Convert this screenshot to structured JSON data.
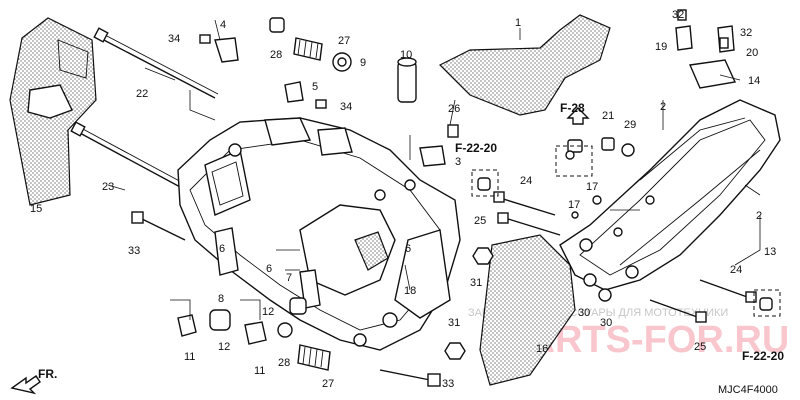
{
  "diagram": {
    "code": "MJC4F4000",
    "front_label": "FR.",
    "references": [
      "F-22-20",
      "F-28",
      "F-22-20"
    ],
    "watermark": {
      "brand": "PARTS-FOR.RU",
      "tagline": "ЗАПЧАСТИ И АКСЕССУАРЫ ДЛЯ МОТОТЕХНИКИ"
    },
    "callouts": [
      "1",
      "2",
      "3",
      "4",
      "5",
      "6",
      "7",
      "8",
      "9",
      "10",
      "11",
      "12",
      "13",
      "14",
      "15",
      "16",
      "17",
      "18",
      "19",
      "20",
      "21",
      "22",
      "23",
      "24",
      "25",
      "26",
      "27",
      "28",
      "29",
      "30",
      "31",
      "32",
      "33",
      "34"
    ]
  }
}
